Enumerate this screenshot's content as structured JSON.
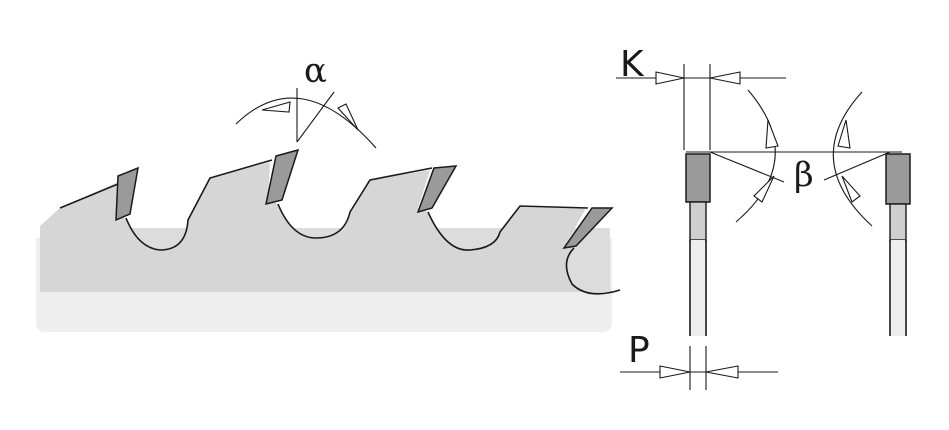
{
  "labels": {
    "alpha": "α",
    "beta": "β",
    "k": "K",
    "p": "P"
  },
  "colors": {
    "blade_light": "#eeeeee",
    "blade_mid": "#d6d6d6",
    "tip_fill": "#9a9a9a",
    "line": "#1a1a1a"
  }
}
